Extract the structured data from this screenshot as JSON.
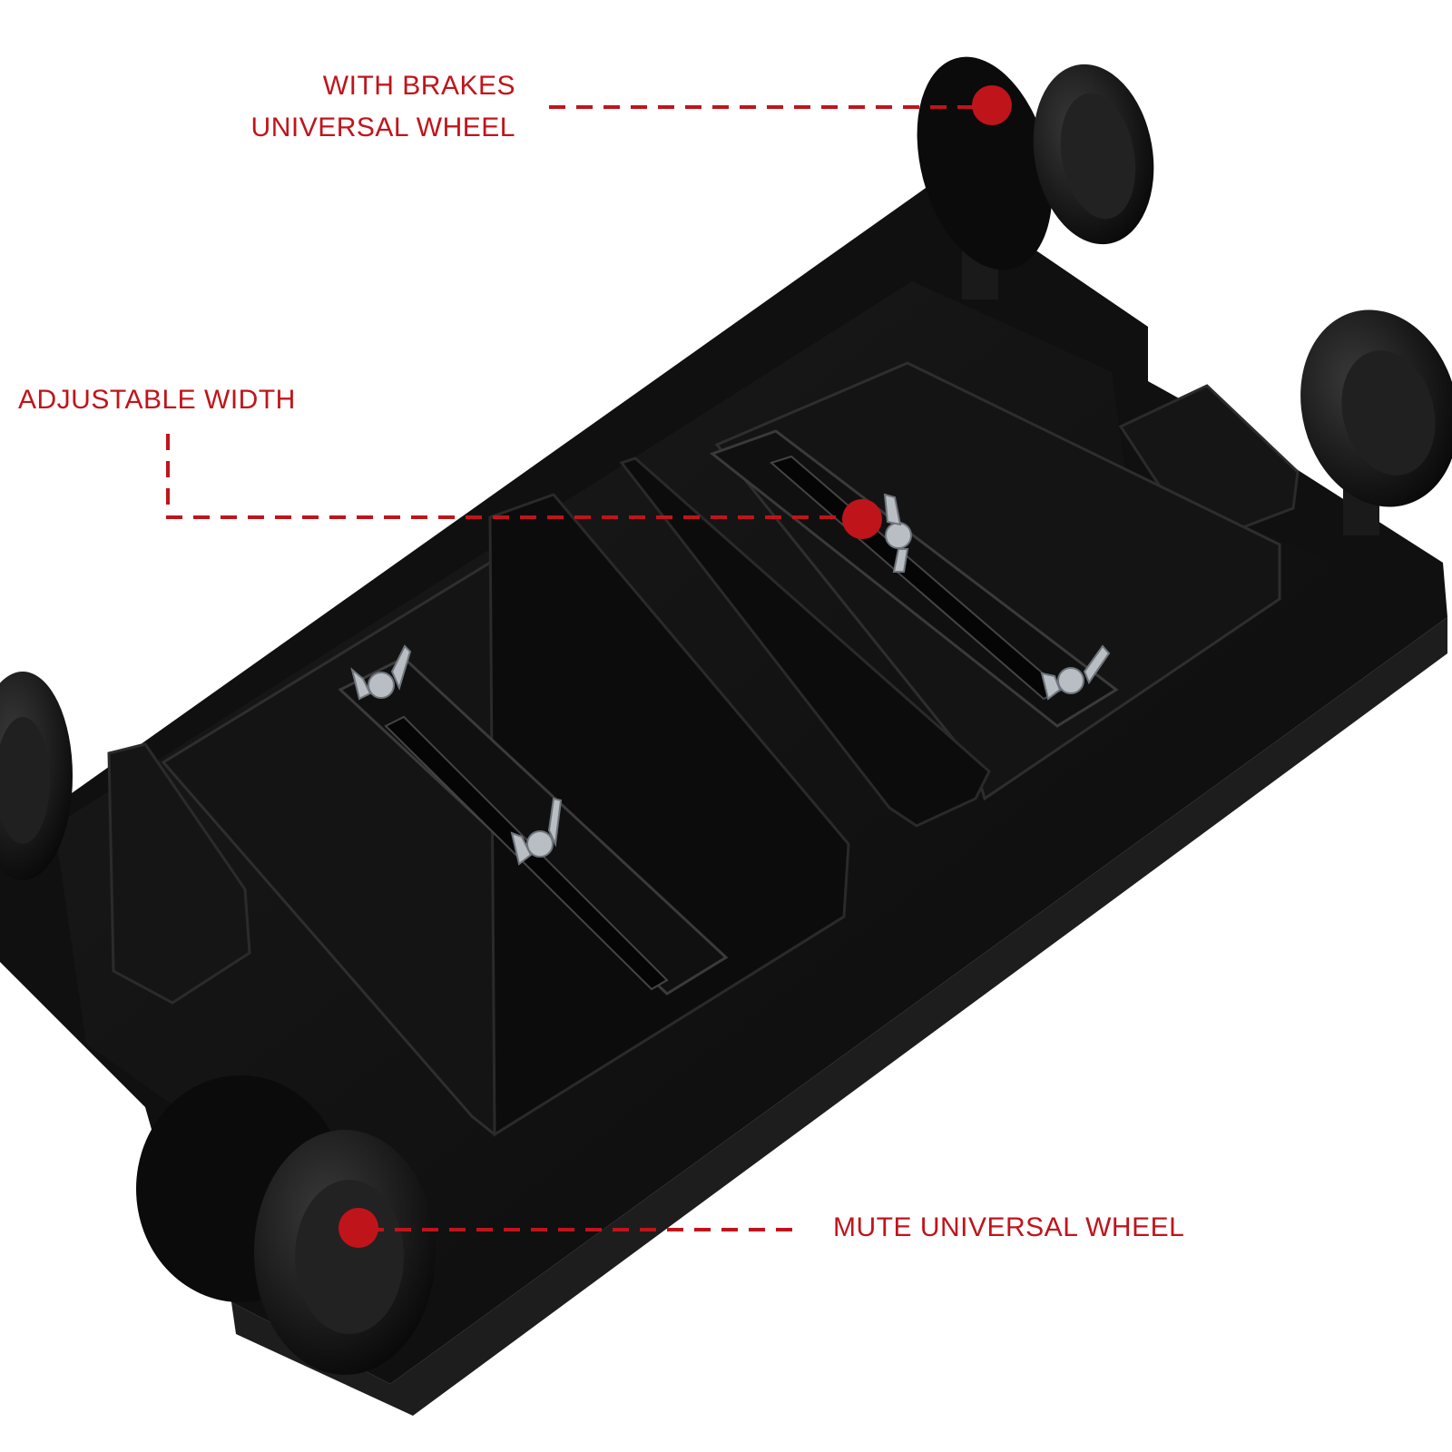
{
  "callouts": {
    "brakes_line1": "WITH BRAKES",
    "brakes_line2": "UNIVERSAL WHEEL",
    "adjustable": "ADJUSTABLE WIDTH",
    "mute": "MUTE UNIVERSAL WHEEL"
  },
  "colors": {
    "accent": "#c0141b",
    "product": "#0e0e0e",
    "background": "#ffffff"
  },
  "image": {
    "subject": "computer tower stand with four caster wheels"
  }
}
